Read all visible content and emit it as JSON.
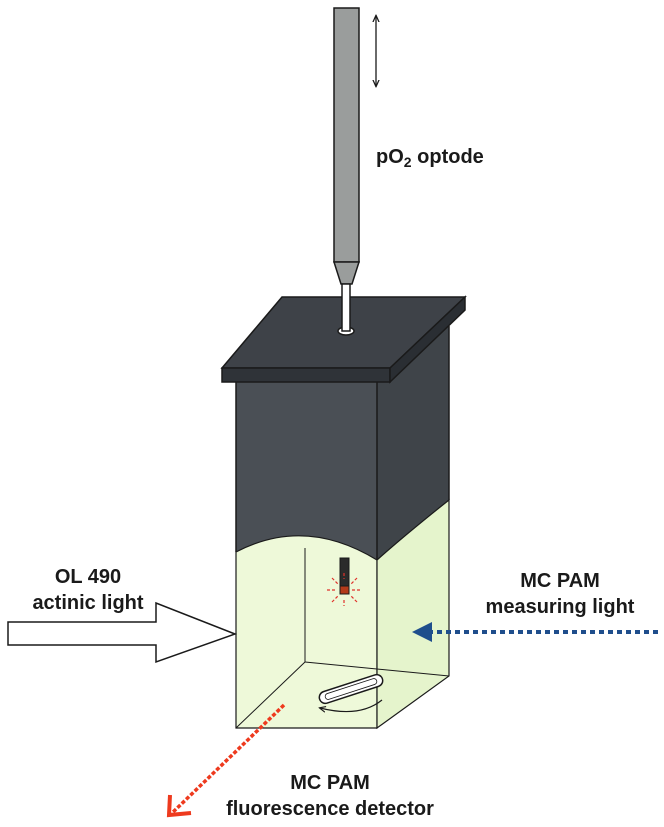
{
  "labels": {
    "optode": {
      "main": "pO",
      "sub": "2",
      "rest": " optode"
    },
    "actinic": {
      "line1": "OL 490",
      "line2": "actinic light"
    },
    "measuring": {
      "line1": "MC PAM",
      "line2": "measuring light"
    },
    "detector": {
      "line1": "MC PAM",
      "line2": "fluorescence detector"
    }
  },
  "colors": {
    "chamber_dark": "#4a4f55",
    "lid": "#3e4248",
    "liquid": "#eef9d9",
    "optode_body": "#9a9d9c",
    "measuring_light": "#1f4e8c",
    "fluorescence": "#ee3a1e",
    "sensor_glow": "#e0312a"
  }
}
